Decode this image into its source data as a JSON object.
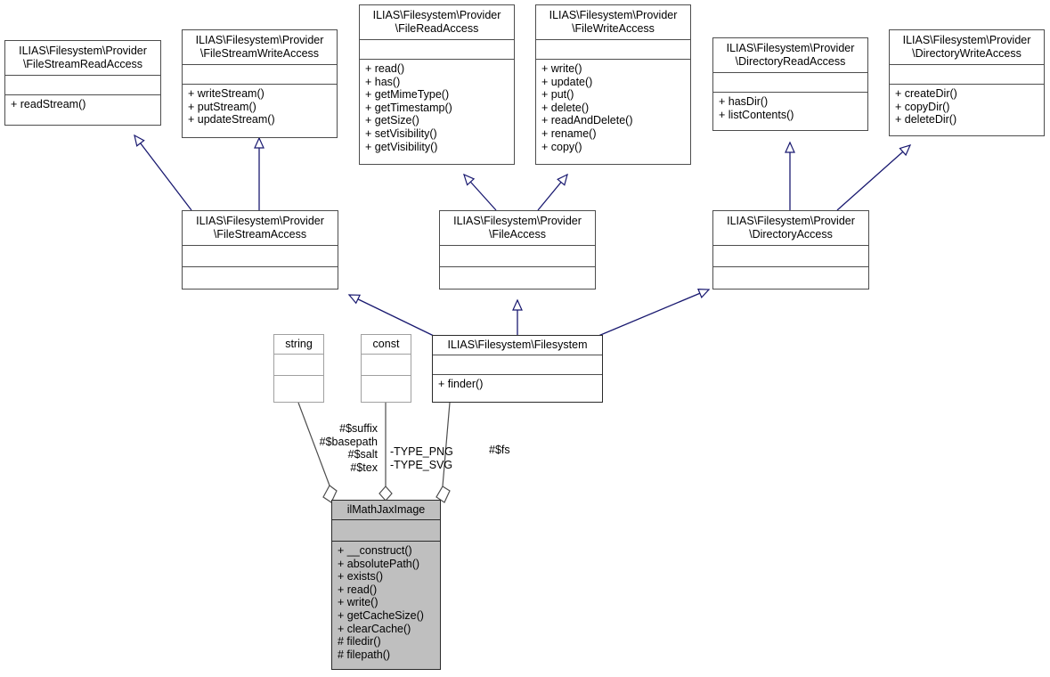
{
  "diagram": {
    "kind": "uml-class-diagram",
    "title": "ilMathJaxImage class inheritance diagram",
    "colors": {
      "edge": "#191970",
      "assoc_edge": "#4d4d4d",
      "box_border": "#4d4d4d",
      "light_border": "#a0a0a0",
      "focus_fill": "#bfbfbf",
      "background": "#ffffff"
    }
  },
  "classes": {
    "file_stream_read_access": {
      "name": "ILIAS\\Filesystem\\Provider\n\\FileStreamReadAccess",
      "attributes": [],
      "operations": [
        "+ readStream()"
      ]
    },
    "file_stream_write_access": {
      "name": "ILIAS\\Filesystem\\Provider\n\\FileStreamWriteAccess",
      "attributes": [],
      "operations": [
        "+ writeStream()",
        "+ putStream()",
        "+ updateStream()"
      ]
    },
    "file_read_access": {
      "name": "ILIAS\\Filesystem\\Provider\n\\FileReadAccess",
      "attributes": [],
      "operations": [
        "+ read()",
        "+ has()",
        "+ getMimeType()",
        "+ getTimestamp()",
        "+ getSize()",
        "+ setVisibility()",
        "+ getVisibility()"
      ]
    },
    "file_write_access": {
      "name": "ILIAS\\Filesystem\\Provider\n\\FileWriteAccess",
      "attributes": [],
      "operations": [
        "+ write()",
        "+ update()",
        "+ put()",
        "+ delete()",
        "+ readAndDelete()",
        "+ rename()",
        "+ copy()"
      ]
    },
    "directory_read_access": {
      "name": "ILIAS\\Filesystem\\Provider\n\\DirectoryReadAccess",
      "attributes": [],
      "operations": [
        "+ hasDir()",
        "+ listContents()"
      ]
    },
    "directory_write_access": {
      "name": "ILIAS\\Filesystem\\Provider\n\\DirectoryWriteAccess",
      "attributes": [],
      "operations": [
        "+ createDir()",
        "+ copyDir()",
        "+ deleteDir()"
      ]
    },
    "file_stream_access": {
      "name": "ILIAS\\Filesystem\\Provider\n\\FileStreamAccess",
      "attributes": [],
      "operations": []
    },
    "file_access": {
      "name": "ILIAS\\Filesystem\\Provider\n\\FileAccess",
      "attributes": [],
      "operations": []
    },
    "directory_access": {
      "name": "ILIAS\\Filesystem\\Provider\n\\DirectoryAccess",
      "attributes": [],
      "operations": []
    },
    "filesystem": {
      "name": "ILIAS\\Filesystem\\Filesystem",
      "attributes": [],
      "operations": [
        "+ finder()"
      ]
    },
    "string_type": {
      "name": "string",
      "attributes": [],
      "operations": []
    },
    "const_type": {
      "name": "const",
      "attributes": [],
      "operations": []
    },
    "il_math_jax_image": {
      "name": "ilMathJaxImage",
      "attributes": [],
      "operations": [
        "+ __construct()",
        "+ absolutePath()",
        "+ exists()",
        "+ read()",
        "+ write()",
        "+ getCacheSize()",
        "+ clearCache()",
        "# filedir()",
        "# filepath()"
      ]
    }
  },
  "edge_labels": {
    "string_members": "#$suffix\n#$basepath\n#$salt\n#$tex",
    "const_members": "-TYPE_PNG\n-TYPE_SVG",
    "filesystem_member": "#$fs"
  },
  "relationships": [
    {
      "type": "generalization",
      "from": "file_stream_access",
      "to": "file_stream_read_access"
    },
    {
      "type": "generalization",
      "from": "file_stream_access",
      "to": "file_stream_write_access"
    },
    {
      "type": "generalization",
      "from": "file_access",
      "to": "file_read_access"
    },
    {
      "type": "generalization",
      "from": "file_access",
      "to": "file_write_access"
    },
    {
      "type": "generalization",
      "from": "directory_access",
      "to": "directory_read_access"
    },
    {
      "type": "generalization",
      "from": "directory_access",
      "to": "directory_write_access"
    },
    {
      "type": "generalization",
      "from": "filesystem",
      "to": "file_stream_access"
    },
    {
      "type": "generalization",
      "from": "filesystem",
      "to": "file_access"
    },
    {
      "type": "generalization",
      "from": "filesystem",
      "to": "directory_access"
    },
    {
      "type": "aggregation",
      "from": "il_math_jax_image",
      "to": "string_type",
      "label": "#$suffix #$basepath #$salt #$tex"
    },
    {
      "type": "aggregation",
      "from": "il_math_jax_image",
      "to": "const_type",
      "label": "-TYPE_PNG -TYPE_SVG"
    },
    {
      "type": "aggregation",
      "from": "il_math_jax_image",
      "to": "filesystem",
      "label": "#$fs"
    }
  ]
}
